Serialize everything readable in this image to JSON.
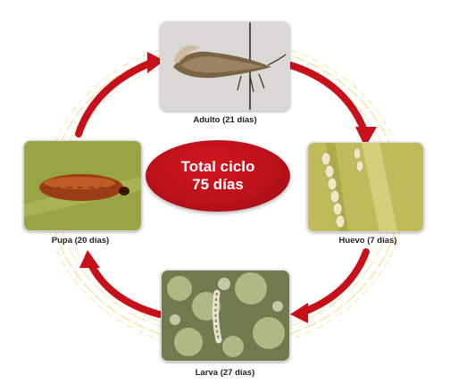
{
  "center": {
    "line1": "Total ciclo",
    "line2": "75 días"
  },
  "stages": {
    "adult": {
      "label": "Adulto (21 días)"
    },
    "egg": {
      "label": "Huevo (7 días)"
    },
    "larva": {
      "label": "Larva (27 días)"
    },
    "pupa": {
      "label": "Pupa (20 días)"
    }
  },
  "colors": {
    "arrow": "#c8101a",
    "ring": "#f2c230",
    "center": "#b8111a"
  }
}
